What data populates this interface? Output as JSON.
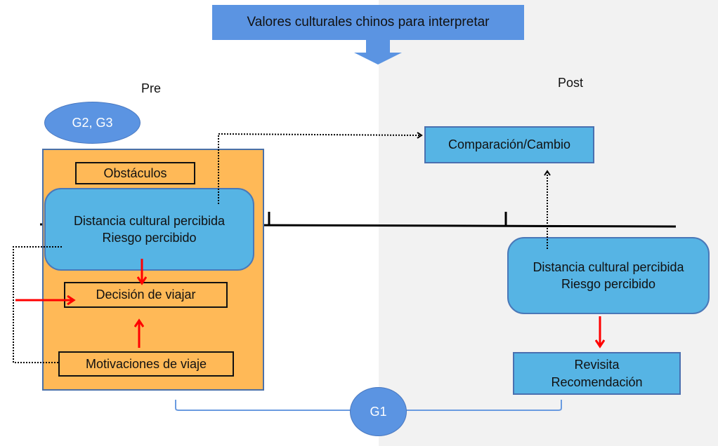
{
  "header": {
    "title": "Valores culturales chinos para interpretar"
  },
  "phases": {
    "pre": "Pre",
    "post": "Post"
  },
  "groups": {
    "g23": "G2, G3",
    "g1": "G1"
  },
  "pre_panel": {
    "obstacles": "Obstáculos",
    "perception": {
      "line1": "Distancia cultural percibida",
      "line2": "Riesgo percibido"
    },
    "decision": "Decisión de viajar",
    "motivations": "Motivaciones de viaje"
  },
  "post_panel": {
    "comparison": "Comparación/Cambio",
    "perception": {
      "line1": "Distancia cultural percibida",
      "line2": "Riesgo percibido"
    },
    "outcome": {
      "line1": "Revisita",
      "line2": "Recomendación"
    }
  },
  "colors": {
    "title_blue": "#5b94e2",
    "box_blue": "#56b4e4",
    "orange": "#ffb957",
    "arrow_red": "#ff0000",
    "post_bg": "#f2f2f2"
  }
}
